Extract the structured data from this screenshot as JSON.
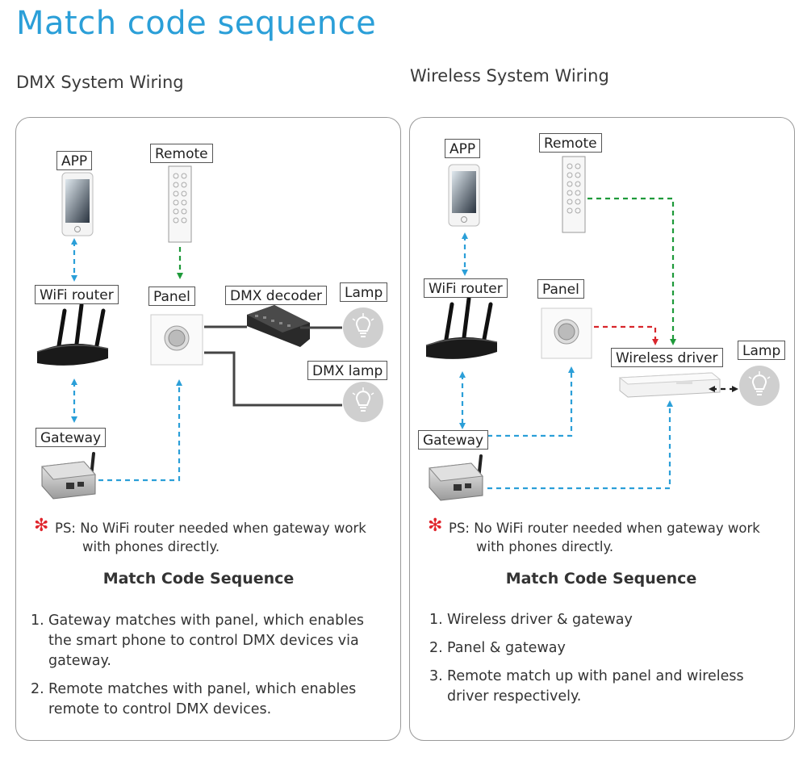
{
  "title": "Match code sequence",
  "dmx": {
    "heading": "DMX System Wiring",
    "labels": {
      "app": "APP",
      "remote": "Remote",
      "wifi_router": "WiFi router",
      "panel": "Panel",
      "dmx_decoder": "DMX decoder",
      "lamp": "Lamp",
      "dmx_lamp": "DMX lamp",
      "gateway": "Gateway"
    },
    "ps_line1": "PS: No WiFi router needed when gateway work",
    "ps_line2": "with phones directly.",
    "sequence_title": "Match Code Sequence",
    "steps": [
      {
        "num": "1.",
        "text": "Gateway matches with panel, which enables the smart phone to control DMX devices via gateway."
      },
      {
        "num": "2.",
        "text": "Remote matches with panel, which enables remote to control DMX devices."
      }
    ]
  },
  "wireless": {
    "heading": "Wireless System Wiring",
    "labels": {
      "app": "APP",
      "remote": "Remote",
      "wifi_router": "WiFi router",
      "panel": "Panel",
      "wireless_driver": "Wireless driver",
      "lamp": "Lamp",
      "gateway": "Gateway"
    },
    "ps_line1": "PS: No WiFi router needed when gateway work",
    "ps_line2": "with phones directly.",
    "sequence_title": "Match Code Sequence",
    "steps": [
      {
        "num": "1.",
        "text": "Wireless driver & gateway"
      },
      {
        "num": "2.",
        "text": "Panel & gateway"
      },
      {
        "num": "3.",
        "text": "Remote match up with panel and wireless driver respectively."
      }
    ]
  },
  "colors": {
    "title_blue": "#2b9fd8",
    "link_blue": "#2b9fd8",
    "link_green": "#1e9a3a",
    "link_red": "#d8262c",
    "wire_dark": "#444444",
    "ps_star": "#e0242b"
  },
  "icons": [
    "smartphone-icon",
    "remote-control-icon",
    "wifi-router-icon",
    "wall-panel-icon",
    "dmx-decoder-icon",
    "lamp-bulb-icon",
    "gateway-icon",
    "wireless-driver-icon",
    "asterisk-icon"
  ]
}
